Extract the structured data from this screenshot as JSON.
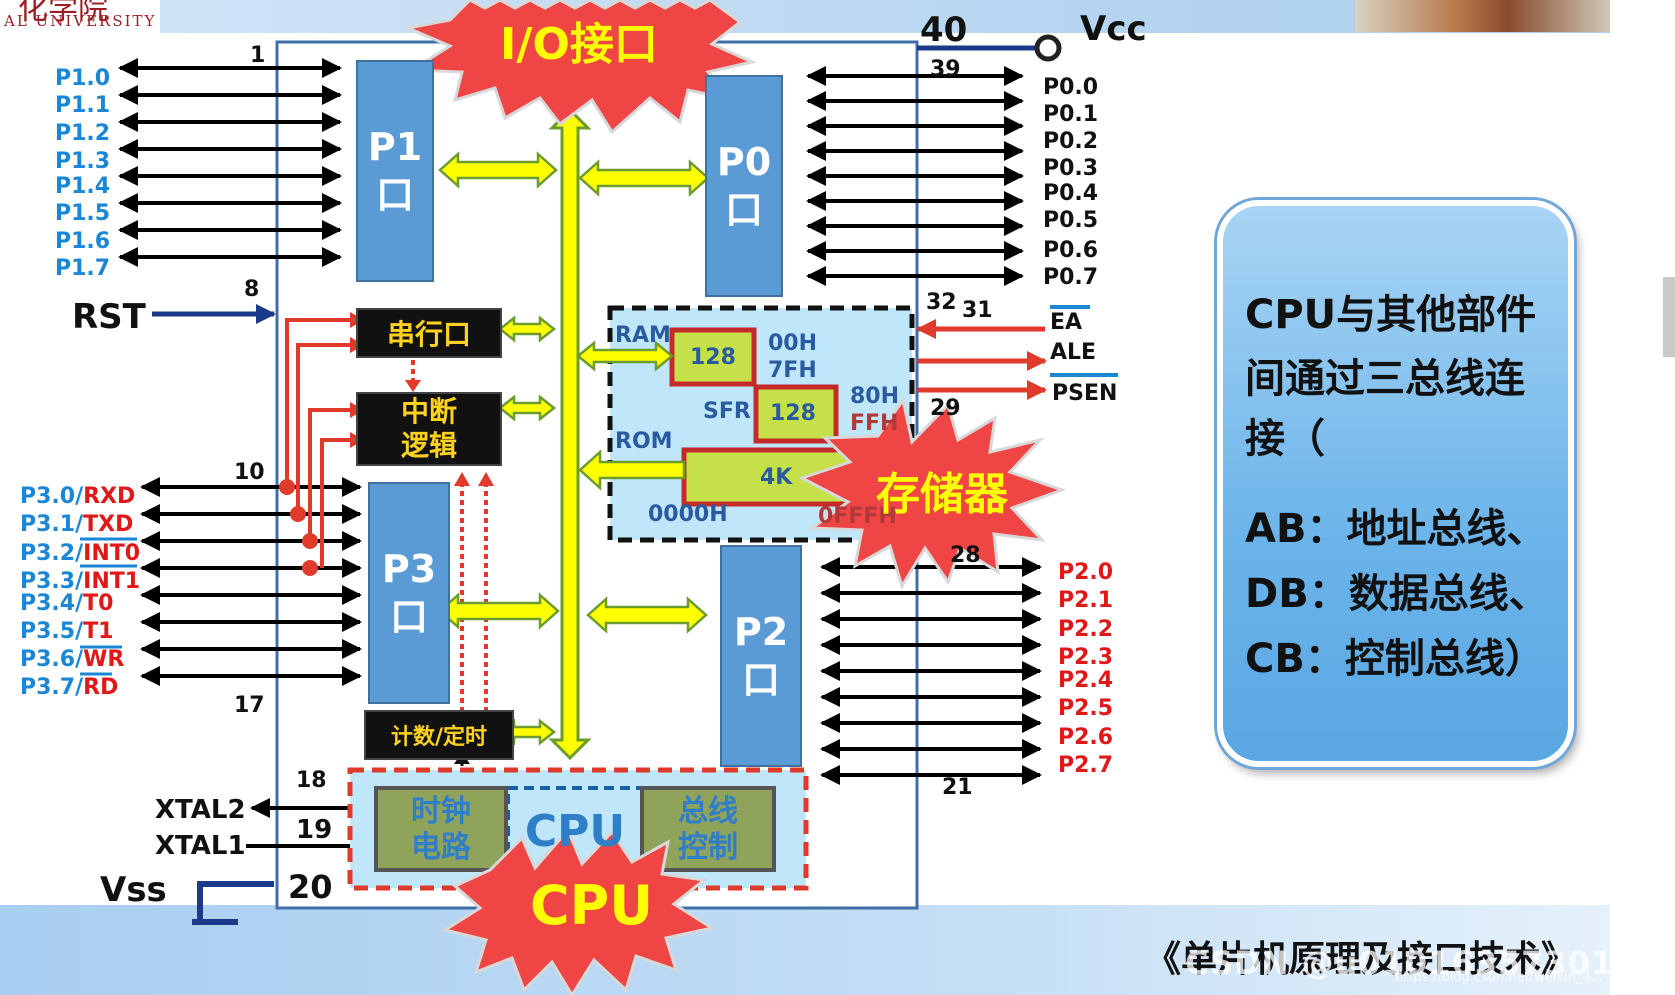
{
  "header": {
    "logo_text": "AL UNIVERSITY",
    "logo_chars": "化学院"
  },
  "pins": {
    "p1_labels": [
      "P1.0",
      "P1.1",
      "P1.2",
      "P1.3",
      "P1.4",
      "P1.5",
      "P1.6",
      "P1.7"
    ],
    "p0_labels": [
      "P0.0",
      "P0.1",
      "P0.2",
      "P0.3",
      "P0.4",
      "P0.5",
      "P0.6",
      "P0.7"
    ],
    "p2_labels": [
      "P2.0",
      "P2.1",
      "P2.2",
      "P2.3",
      "P2.4",
      "P2.5",
      "P2.6",
      "P2.7"
    ],
    "p3_labels": [
      {
        "pin": "P3.0/",
        "func": "RXD"
      },
      {
        "pin": "P3.1/",
        "func": "TXD"
      },
      {
        "pin": "P3.2/",
        "func": "INT0"
      },
      {
        "pin": "P3.3/",
        "func": "INT1"
      },
      {
        "pin": "P3.4/",
        "func": "T0"
      },
      {
        "pin": "P3.5/",
        "func": "T1"
      },
      {
        "pin": "P3.6/",
        "func": "WR"
      },
      {
        "pin": "P3.7/",
        "func": "RD"
      }
    ],
    "numbers": {
      "n1": "1",
      "n8": "8",
      "n10": "10",
      "n17": "17",
      "n18": "18",
      "n19": "19",
      "n20": "20",
      "n21": "21",
      "n28": "28",
      "n29": "29",
      "n31": "31",
      "n32": "32",
      "n39": "39",
      "n40": "40"
    },
    "rst": "RST",
    "vcc": "Vcc",
    "vss": "Vss",
    "xtal2": "XTAL2",
    "xtal1": "XTAL1",
    "ea": "EA",
    "ale": "ALE",
    "psen": "PSEN"
  },
  "blocks": {
    "p1": [
      "P1",
      "口"
    ],
    "p0": [
      "P0",
      "口"
    ],
    "p3": [
      "P3",
      "口"
    ],
    "p2": [
      "P2",
      "口"
    ],
    "serial": "串行口",
    "interrupt": [
      "中断",
      "逻辑"
    ],
    "timer": "计数/定时",
    "clock": [
      "时钟",
      "电路"
    ],
    "cpu_inner": "CPU",
    "bus_ctrl": [
      "总线",
      "控制"
    ]
  },
  "memory": {
    "ram": "RAM",
    "ram_size": "128",
    "addr_00h": "00H",
    "addr_7fh": "7FH",
    "sfr": "SFR",
    "sfr_size": "128",
    "addr_80h": "80H",
    "addr_ffh": "FFH",
    "rom": "ROM",
    "rom_size": "4K",
    "addr_0000h": "0000H",
    "addr_0fffh": "0FFFH"
  },
  "stars": {
    "io": "I/O接口",
    "memory": "存储器",
    "cpu": "CPU"
  },
  "callout": {
    "lines": [
      "CPU与其他部件",
      "间通过三总线连",
      "接（",
      "AB：地址总线、",
      "DB：数据总线、",
      "CB：控制总线）"
    ]
  },
  "footer": {
    "book_title": "《单片机原理及接口技术》",
    "watermark": "CSDN @u010163573011",
    "url": "https://blog.csdn.net/weixin_4..."
  },
  "colors": {
    "chip_border": "#3f6ea8",
    "bus_yellow": "#ffff00",
    "red_star": "#f04545",
    "port_blue": "#5b9bd5"
  }
}
